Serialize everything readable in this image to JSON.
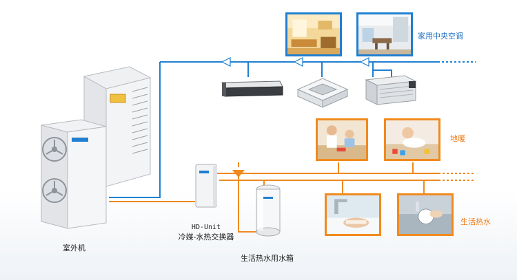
{
  "diagram": {
    "labels": {
      "central_ac": "家用中央空调",
      "floor_heating": "地暖",
      "domestic_hot_water": "生活热水",
      "outdoor_unit": "室外机",
      "hd_unit_line1": "HD-Unit",
      "hd_unit_line2": "冷媒-水热交换器",
      "water_tank": "生活热水用水箱"
    },
    "colors": {
      "refrigerant_pipe": "#1f7fd1",
      "water_pipe": "#f08a1e",
      "frame_blue": "#1f7fd1",
      "frame_orange": "#f08a1e"
    }
  }
}
